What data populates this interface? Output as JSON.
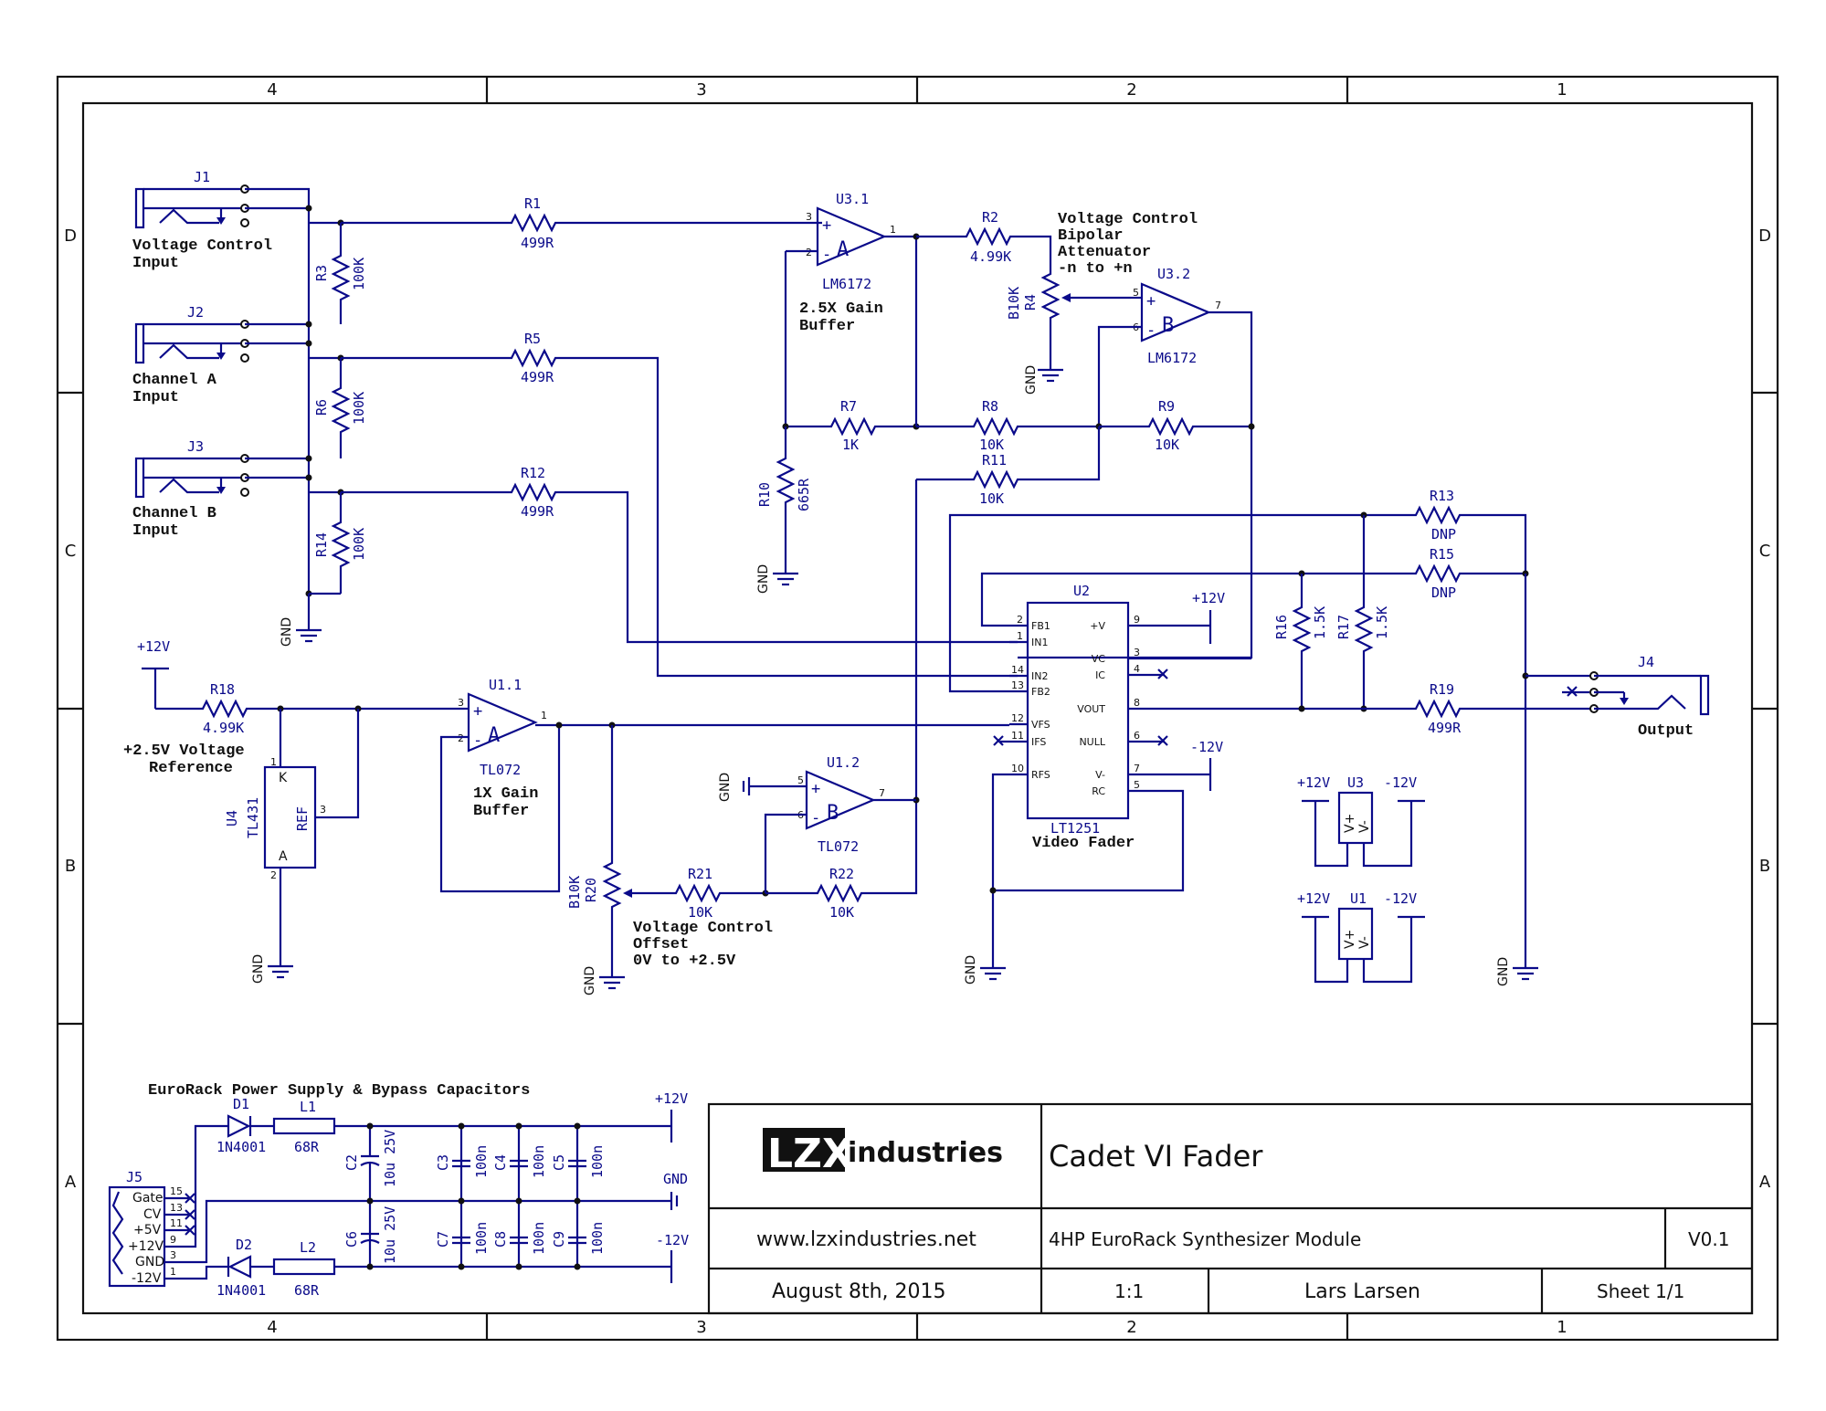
{
  "frame": {
    "columns": [
      "4",
      "3",
      "2",
      "1"
    ],
    "rows": [
      "D",
      "C",
      "B",
      "A"
    ]
  },
  "title_block": {
    "company_logo": "LZX industries",
    "title": "Cadet VI Fader",
    "website": "www.lzxindustries.net",
    "description": "4HP EuroRack Synthesizer Module",
    "version": "V0.1",
    "date": "August 8th, 2015",
    "scale": "1:1",
    "author": "Lars Larsen",
    "sheet": "Sheet 1/1"
  },
  "annotations": {
    "vc_input": [
      "Voltage Control",
      "Input"
    ],
    "ch_a_input": [
      "Channel A",
      "Input"
    ],
    "ch_b_input": [
      "Channel B",
      "Input"
    ],
    "gain_buffer": [
      "2.5X Gain",
      "Buffer"
    ],
    "bipolar": [
      "Voltage Control",
      "Bipolar",
      "Attenuator",
      "-n to +n"
    ],
    "vref": [
      "+2.5V Voltage",
      "Reference"
    ],
    "unity_buffer": [
      "1X Gain",
      "Buffer"
    ],
    "vc_offset": [
      "Voltage Control",
      "Offset",
      "0V to +2.5V"
    ],
    "video_fader": "Video Fader",
    "output": "Output",
    "power_title": "EuroRack Power Supply & Bypass Capacitors"
  },
  "components": {
    "J1": "J1",
    "J2": "J2",
    "J3": "J3",
    "J4": "J4",
    "J5": "J5",
    "R1": [
      "R1",
      "499R"
    ],
    "R2": [
      "R2",
      "4.99K"
    ],
    "R3": [
      "R3",
      "100K"
    ],
    "R4": [
      "R4",
      "B10K"
    ],
    "R5": [
      "R5",
      "499R"
    ],
    "R6": [
      "R6",
      "100K"
    ],
    "R7": [
      "R7",
      "1K"
    ],
    "R8": [
      "R8",
      "10K"
    ],
    "R9": [
      "R9",
      "10K"
    ],
    "R10": [
      "R10",
      "665R"
    ],
    "R11": [
      "R11",
      "10K"
    ],
    "R12": [
      "R12",
      "499R"
    ],
    "R13": [
      "R13",
      "DNP"
    ],
    "R14": [
      "R14",
      "100K"
    ],
    "R15": [
      "R15",
      "DNP"
    ],
    "R16": [
      "R16",
      "1.5K"
    ],
    "R17": [
      "R17",
      "1.5K"
    ],
    "R18": [
      "R18",
      "4.99K"
    ],
    "R19": [
      "R19",
      "499R"
    ],
    "R20": [
      "R20",
      "B10K"
    ],
    "R21": [
      "R21",
      "10K"
    ],
    "R22": [
      "R22",
      "10K"
    ],
    "U3_1": [
      "U3.1",
      "LM6172"
    ],
    "U3_2": [
      "U3.2",
      "LM6172"
    ],
    "U1_1": [
      "U1.1",
      "TL072"
    ],
    "U1_2": [
      "U1.2",
      "TL072"
    ],
    "U2": [
      "U2",
      "LT1251"
    ],
    "U4": [
      "U4",
      "TL431"
    ],
    "D1": [
      "D1",
      "1N4001"
    ],
    "D2": [
      "D2",
      "1N4001"
    ],
    "L1": [
      "L1",
      "68R"
    ],
    "L2": [
      "L2",
      "68R"
    ],
    "C2": [
      "C2",
      "10u 25V"
    ],
    "C6": [
      "C6",
      "10u 25V"
    ],
    "C3": [
      "C3",
      "100n"
    ],
    "C4": [
      "C4",
      "100n"
    ],
    "C5": [
      "C5",
      "100n"
    ],
    "C7": [
      "C7",
      "100n"
    ],
    "C8": [
      "C8",
      "100n"
    ],
    "C9": [
      "C9",
      "100n"
    ],
    "U3": "U3",
    "U1": "U1"
  },
  "u2_pins": {
    "left": [
      "FB1",
      "IN1",
      "IN2",
      "FB2",
      "VFS",
      "IFS",
      "RFS"
    ],
    "left_nums": [
      "2",
      "1",
      "14",
      "13",
      "12",
      "11",
      "10"
    ],
    "right": [
      "+V",
      "VC",
      "IC",
      "VOUT",
      "NULL",
      "V-",
      "RC"
    ],
    "right_nums": [
      "9",
      "3",
      "4",
      "8",
      "6",
      "7",
      "5"
    ]
  },
  "j5_pins": [
    "Gate",
    "CV",
    "+5V",
    "+12V",
    "GND",
    "-12V"
  ],
  "j5_nums": [
    "15",
    "13",
    "11",
    "9",
    "3",
    "1"
  ],
  "nets": {
    "p12": "+12V",
    "n12": "-12V",
    "gnd": "GND"
  },
  "op_labels": {
    "a": "A",
    "b": "B",
    "plus": "+",
    "minus": "-",
    "vp": "V+",
    "vm": "V-",
    "ref": "REF",
    "k": "K",
    "an": "A"
  }
}
